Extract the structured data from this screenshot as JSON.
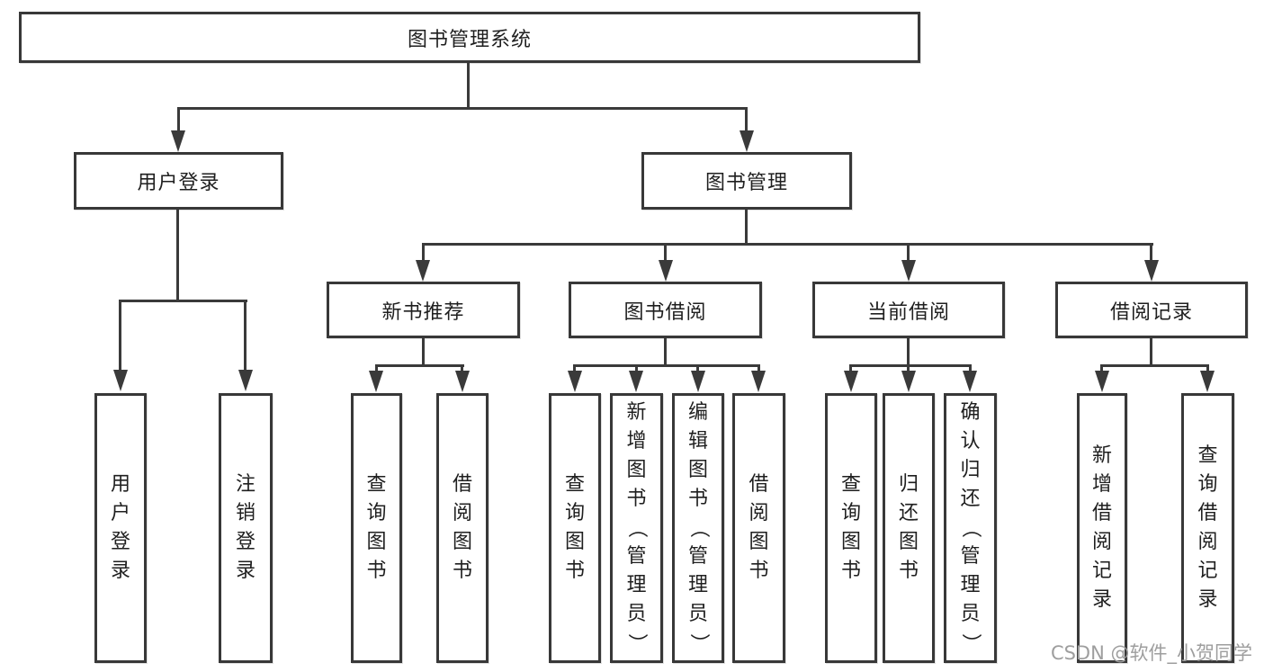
{
  "colors": {
    "line": "#3a3a3a",
    "border": "#383838",
    "text": "#1f1f1f",
    "watermark": "#9e9e9e",
    "background": "#ffffff"
  },
  "watermark": "CSDN @软件_小贺同学",
  "diagram": {
    "root": {
      "label": "图书管理系统"
    },
    "branches": [
      {
        "label": "用户登录",
        "children": [
          "用户登录",
          "注销登录"
        ]
      },
      {
        "label": "图书管理",
        "children": [
          {
            "label": "新书推荐",
            "children": [
              "查询图书",
              "借阅图书"
            ]
          },
          {
            "label": "图书借阅",
            "children": [
              "查询图书",
              "新增图书（管理员）",
              "编辑图书（管理员）",
              "借阅图书"
            ]
          },
          {
            "label": "当前借阅",
            "children": [
              "查询图书",
              "归还图书",
              "确认归还（管理员）"
            ]
          },
          {
            "label": "借阅记录",
            "children": [
              "新增借阅记录",
              "查询借阅记录"
            ]
          }
        ]
      }
    ]
  }
}
